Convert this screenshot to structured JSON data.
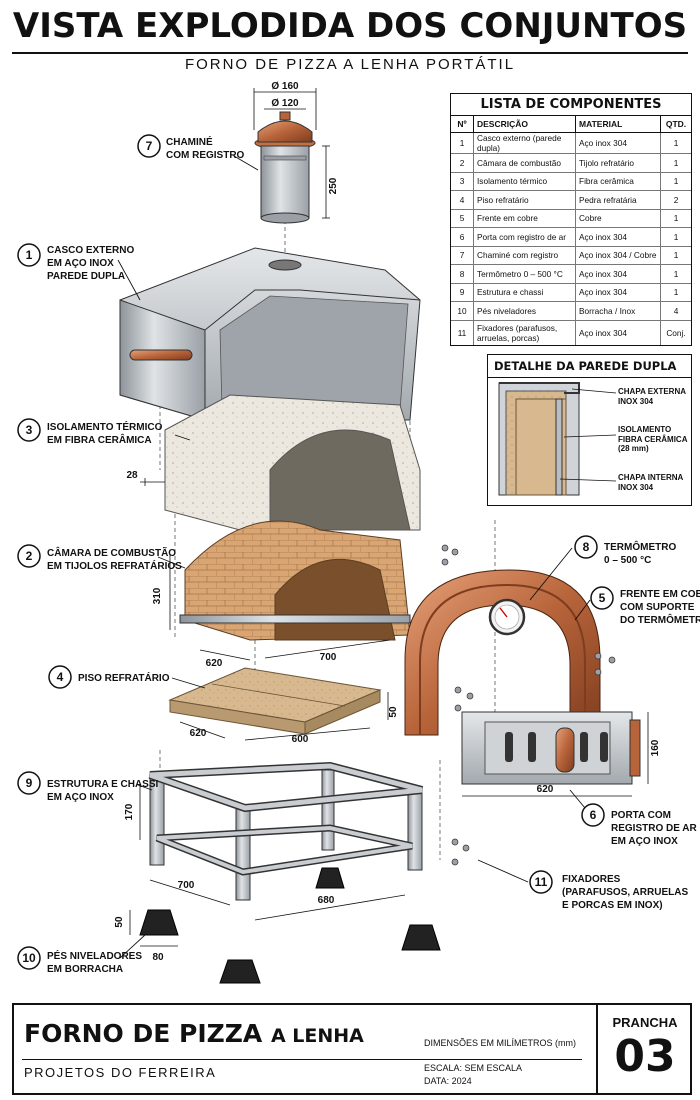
{
  "header": {
    "title": "VISTA EXPLODIDA DOS CONJUNTOS",
    "subtitle": "FORNO DE PIZZA A LENHA PORTÁTIL"
  },
  "callouts": [
    {
      "num": "7",
      "lines": [
        "CHAMINÉ",
        "COM REGISTRO"
      ]
    },
    {
      "num": "1",
      "lines": [
        "CASCO EXTERNO",
        "EM AÇO INOX",
        "PAREDE DUPLA"
      ]
    },
    {
      "num": "3",
      "lines": [
        "ISOLAMENTO TÉRMICO",
        "EM FIBRA CERÂMICA"
      ]
    },
    {
      "num": "2",
      "lines": [
        "CÂMARA DE COMBUSTÃO",
        "EM TIJOLOS REFRATÁRIOS"
      ]
    },
    {
      "num": "4",
      "lines": [
        "PISO REFRATÁRIO"
      ]
    },
    {
      "num": "9",
      "lines": [
        "ESTRUTURA E CHASSI",
        "EM AÇO INOX"
      ]
    },
    {
      "num": "10",
      "lines": [
        "PÉS NIVELADORES",
        "EM BORRACHA"
      ]
    },
    {
      "num": "8",
      "lines": [
        "TERMÔMETRO",
        "0 – 500 °C"
      ]
    },
    {
      "num": "5",
      "lines": [
        "FRENTE EM COBRE",
        "COM SUPORTE",
        "DO TERMÔMETRO"
      ]
    },
    {
      "num": "6",
      "lines": [
        "PORTA COM",
        "REGISTRO DE AR",
        "EM AÇO INOX"
      ]
    },
    {
      "num": "11",
      "lines": [
        "FIXADORES",
        "(PARAFUSOS, ARRUELAS",
        "E PORCAS EM INOX)"
      ]
    }
  ],
  "dimensions": {
    "chimney_outer": "Ø 160",
    "chimney_inner": "Ø 120",
    "chimney_height": "250",
    "insulation": "28",
    "chamber_height": "310",
    "chamber_depth": "620",
    "chamber_width": "700",
    "floor_depth": "620",
    "floor_width": "600",
    "floor_thickness": "50",
    "door_height": "160",
    "door_width": "620",
    "stand_height": "170",
    "stand_depth": "700",
    "stand_width": "680",
    "foot_height": "50",
    "foot_width": "80"
  },
  "components_table": {
    "title": "LISTA DE COMPONENTES",
    "headers": [
      "Nº",
      "DESCRIÇÃO",
      "MATERIAL",
      "QTD."
    ],
    "rows": [
      [
        "1",
        "Casco externo (parede dupla)",
        "Aço inox 304",
        "1"
      ],
      [
        "2",
        "Câmara de combustão",
        "Tijolo refratário",
        "1"
      ],
      [
        "3",
        "Isolamento térmico",
        "Fibra cerâmica",
        "1"
      ],
      [
        "4",
        "Piso refratário",
        "Pedra refratária",
        "2"
      ],
      [
        "5",
        "Frente em cobre",
        "Cobre",
        "1"
      ],
      [
        "6",
        "Porta com registro de ar",
        "Aço inox 304",
        "1"
      ],
      [
        "7",
        "Chaminé com registro",
        "Aço inox 304 / Cobre",
        "1"
      ],
      [
        "8",
        "Termômetro 0 – 500 °C",
        "Aço inox 304",
        "1"
      ],
      [
        "9",
        "Estrutura e chassi",
        "Aço inox 304",
        "1"
      ],
      [
        "10",
        "Pés niveladores",
        "Borracha / Inox",
        "4"
      ],
      [
        "11",
        "Fixadores (parafusos, arruelas, porcas)",
        "Aço inox 304",
        "Conj."
      ]
    ]
  },
  "detail": {
    "title": "DETALHE DA PAREDE DUPLA",
    "outer_sheet": [
      "CHAPA EXTERNA",
      "INOX 304"
    ],
    "insulation": [
      "ISOLAMENTO",
      "FIBRA CERÂMICA",
      "(28 mm)"
    ],
    "inner_sheet": [
      "CHAPA INTERNA",
      "INOX 304"
    ]
  },
  "title_block": {
    "name_main": "FORNO DE PIZZA",
    "name_small": "A LENHA",
    "author": "PROJETOS DO FERREIRA",
    "units": "DIMENSÕES EM MILÍMETROS (mm)",
    "scale": "ESCALA: SEM ESCALA",
    "date": "DATA: 2024",
    "sheet_label": "PRANCHA",
    "sheet_number": "03"
  },
  "colors": {
    "steel": "#b9bec3",
    "steel_dark": "#7c8288",
    "copper": "#b8643a",
    "brick": "#d9a673",
    "insulation": "#ece8df",
    "stone": "#d8b98f"
  }
}
